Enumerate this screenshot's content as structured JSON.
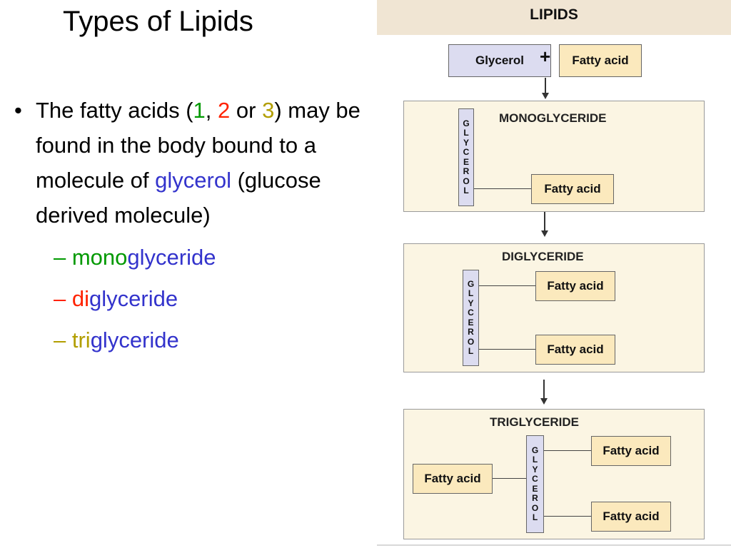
{
  "slide": {
    "title": "Types of Lipids",
    "bullet": {
      "p1": "The fatty acids (",
      "n1": "1",
      "comma": ", ",
      "n2": "2",
      "or": " or ",
      "n3": "3",
      "p2": ") may be found in the body bound to a molecule of ",
      "glycerol": "glycerol",
      "p3": " (glucose derived molecule)"
    },
    "sub_items": [
      {
        "dash": "– ",
        "prefix": "mono",
        "suffix": "glyceride"
      },
      {
        "dash": "– ",
        "prefix": "di",
        "suffix": "glyceride"
      },
      {
        "dash": "– ",
        "prefix": "tri",
        "suffix": "glyceride"
      }
    ]
  },
  "diagram": {
    "header": "LIPIDS",
    "glycerol_label": "Glycerol",
    "plus": "+",
    "fatty_acid_label": "Fatty acid",
    "glycerol_letters": [
      "G",
      "L",
      "Y",
      "C",
      "E",
      "R",
      "O",
      "L"
    ],
    "mono_title": "MONOGLYCERIDE",
    "di_title": "DIGLYCERIDE",
    "tri_title": "TRIGLYCERIDE"
  },
  "colors": {
    "green": "#009900",
    "red": "#ff2200",
    "gold": "#b29e00",
    "blue": "#3333cc",
    "fatty_acid_fill": "#fbe9bd",
    "glycerol_fill": "#dcdcf0",
    "panel_fill": "#fbf5e3",
    "header_fill": "#f0e5d3"
  }
}
